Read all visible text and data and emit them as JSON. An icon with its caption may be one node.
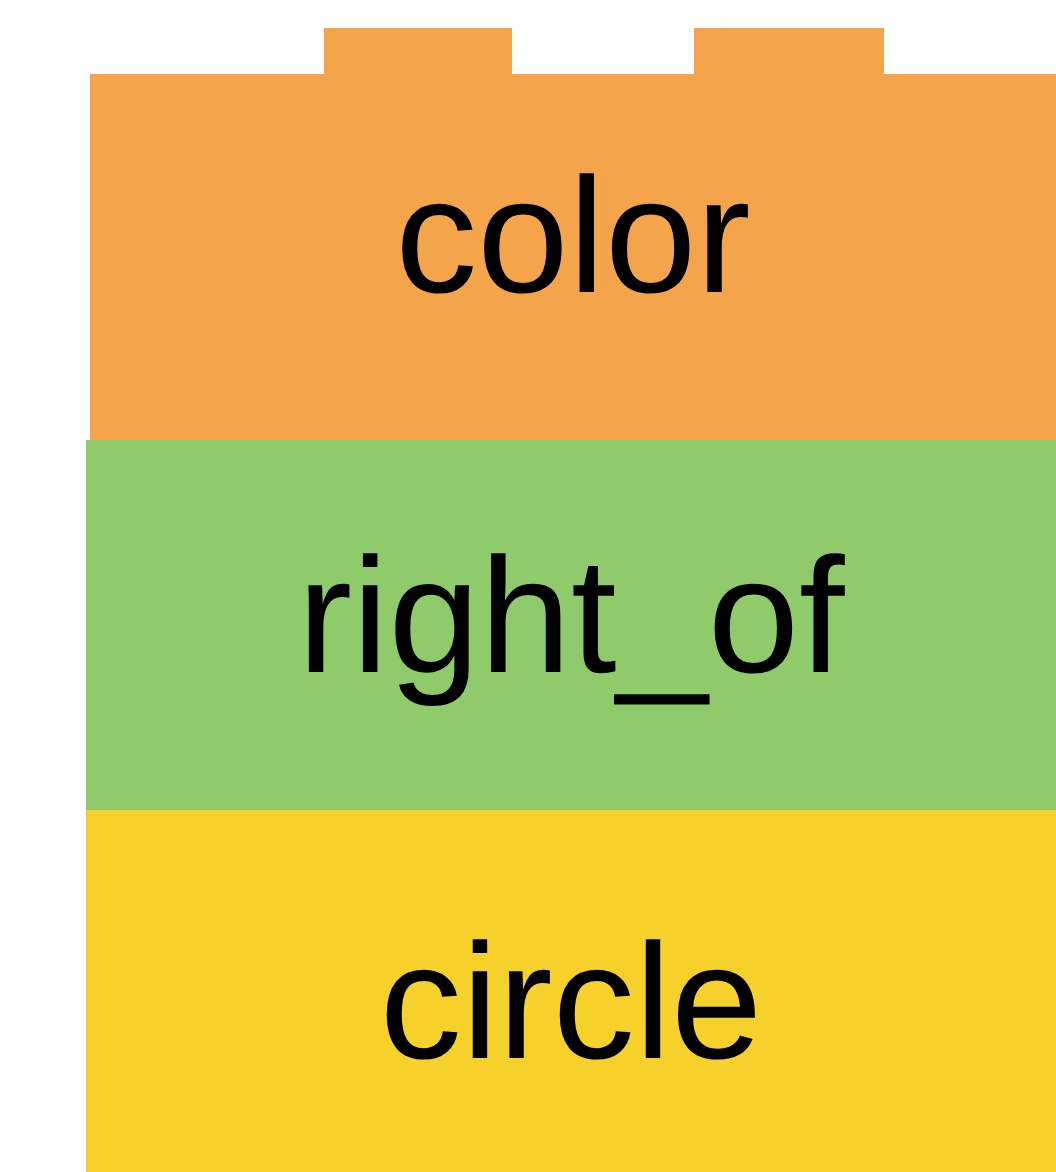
{
  "diagram": {
    "nodes": [
      {
        "text": [
          "color"
        ]
      },
      {
        "text": [
          "right_of"
        ]
      },
      {
        "text": [
          "circle"
        ]
      }
    ]
  }
}
